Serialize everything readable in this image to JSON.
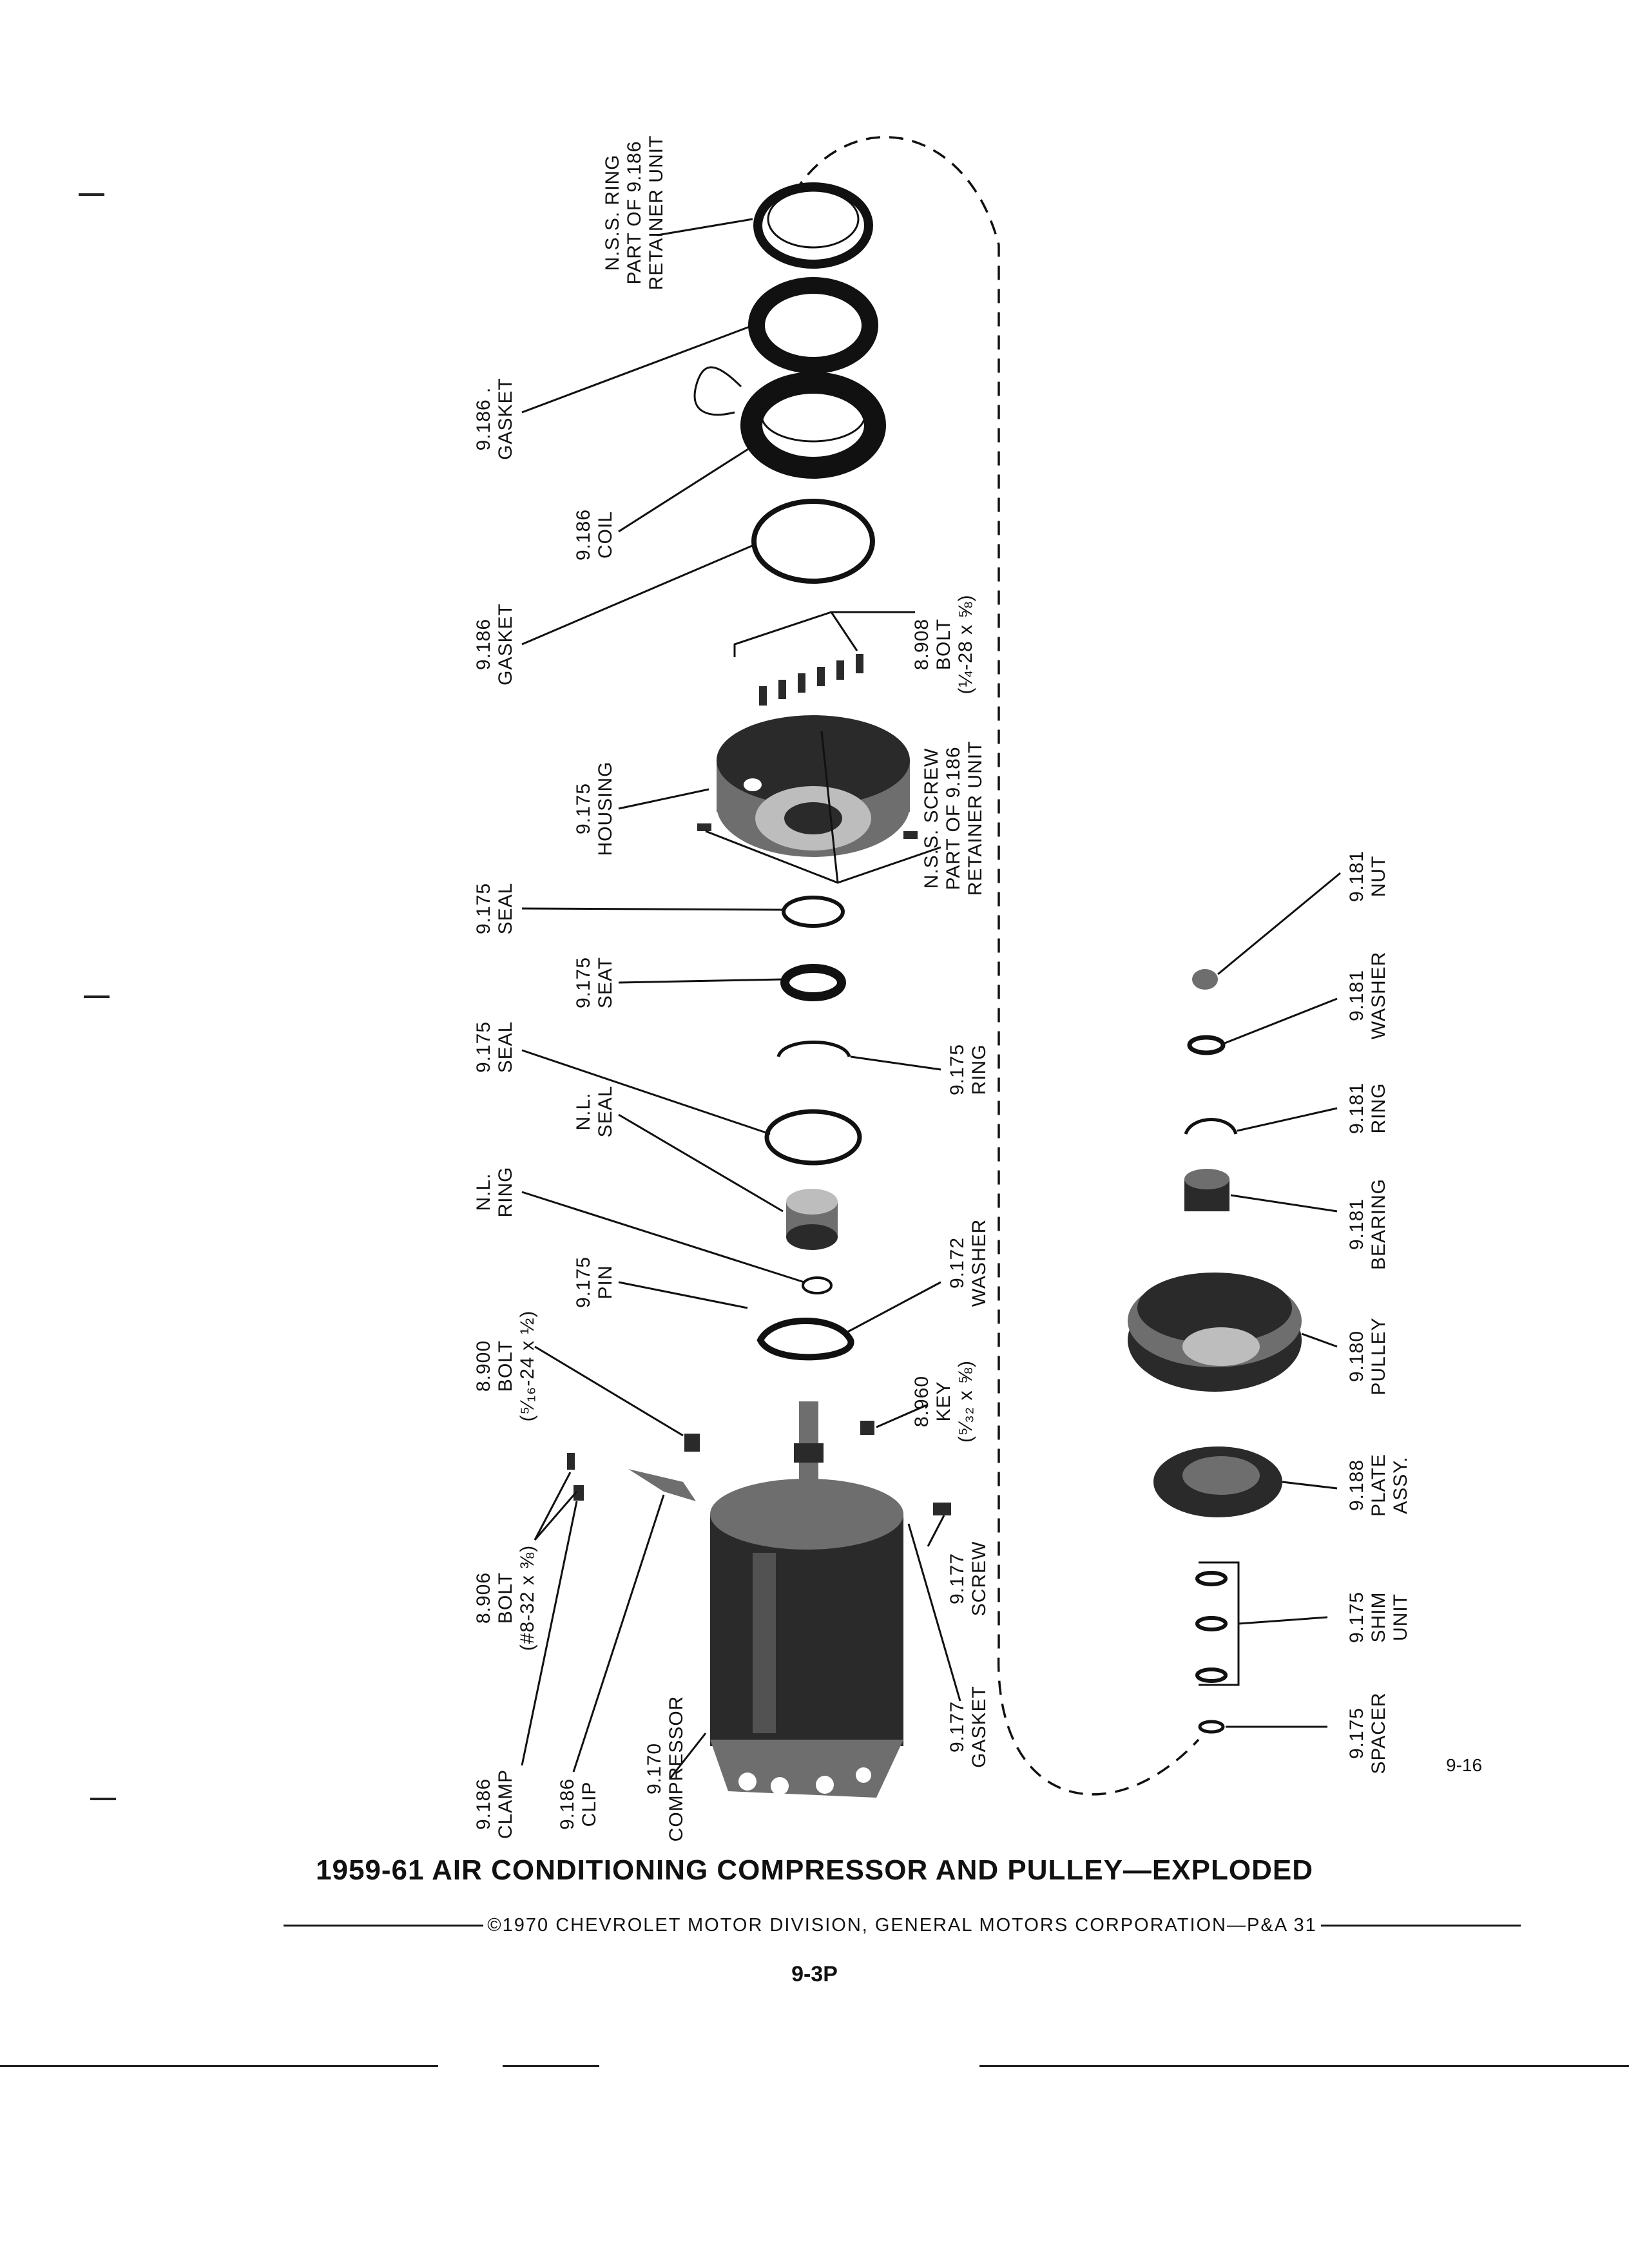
{
  "figure": {
    "title": "1959-61 AIR CONDITIONING COMPRESSOR AND PULLEY—EXPLODED",
    "credit": "©1970 CHEVROLET MOTOR DIVISION, GENERAL MOTORS CORPORATION—P&A 31",
    "page_number": "9-3P",
    "figure_number": "9-16"
  },
  "labels": {
    "nss_ring": [
      "N.S.S. RING",
      "PART OF 9.186",
      "RETAINER UNIT"
    ],
    "gasket_top": [
      "9.186 .",
      "GASKET"
    ],
    "coil": [
      "9.186",
      "COIL"
    ],
    "gasket_2": [
      "9.186",
      "GASKET"
    ],
    "bolt_8908": [
      "8.908",
      "BOLT",
      "(¼-28 x ⅝)"
    ],
    "housing": [
      "9.175",
      "HOUSING"
    ],
    "nss_screw": [
      "N.S.S. SCREW",
      "PART OF 9.186",
      "RETAINER UNIT"
    ],
    "seal_upper": [
      "9.175",
      "SEAL"
    ],
    "seat": [
      "9.175",
      "SEAT"
    ],
    "ring_9175": [
      "9.175",
      "RING"
    ],
    "seal_lower": [
      "9.175",
      "SEAL"
    ],
    "nl_seal": [
      "N.L.",
      "SEAL"
    ],
    "nl_ring": [
      "N.L.",
      "RING"
    ],
    "pin": [
      "9.175",
      "PIN"
    ],
    "washer_9172": [
      "9.172",
      "WASHER"
    ],
    "bolt_8900": [
      "8.900",
      "BOLT",
      "(⁵⁄₁₆-24 x ½)"
    ],
    "key": [
      "8.960",
      "KEY",
      "(⁵⁄₃₂ x ⅝)"
    ],
    "bolt_8906": [
      "8.906",
      "BOLT",
      "(#8-32 x ⅜)"
    ],
    "screw_9177": [
      "9.177",
      "SCREW"
    ],
    "gasket_9177": [
      "9.177",
      "GASKET"
    ],
    "clamp": [
      "9.186",
      "CLAMP"
    ],
    "clip": [
      "9.186",
      "CLIP"
    ],
    "compressor": [
      "9.170",
      "COMPRESSOR"
    ],
    "nut": [
      "9.181",
      "NUT"
    ],
    "washer_9181": [
      "9.181",
      "WASHER"
    ],
    "ring_9181": [
      "9.181",
      "RING"
    ],
    "bearing": [
      "9.181",
      "BEARING"
    ],
    "pulley": [
      "9.180",
      "PULLEY"
    ],
    "plate": [
      "9.188",
      "PLATE",
      "ASSY."
    ],
    "shim": [
      "9.175",
      "SHIM",
      "UNIT"
    ],
    "spacer": [
      "9.175",
      "SPACER"
    ]
  }
}
